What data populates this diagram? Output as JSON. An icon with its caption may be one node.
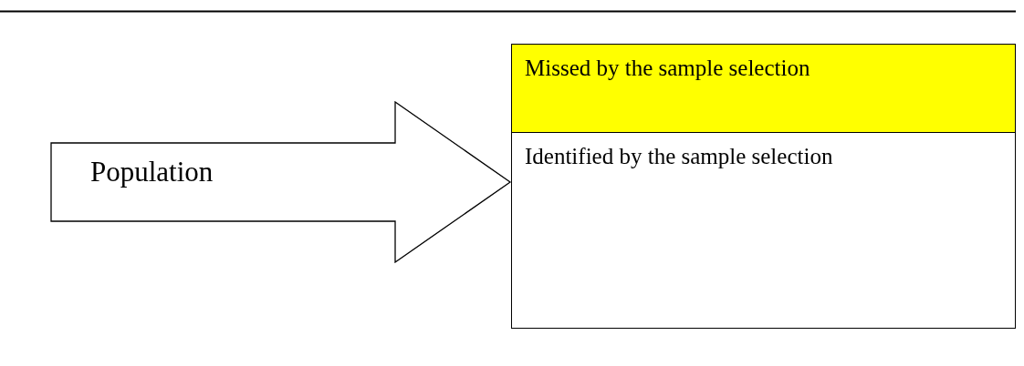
{
  "diagram": {
    "nodes": [
      {
        "text": [
          "Population"
        ]
      },
      {
        "text": [
          "Missed by the sample selection"
        ]
      },
      {
        "text": [
          "Identified by the sample selection"
        ]
      }
    ]
  }
}
